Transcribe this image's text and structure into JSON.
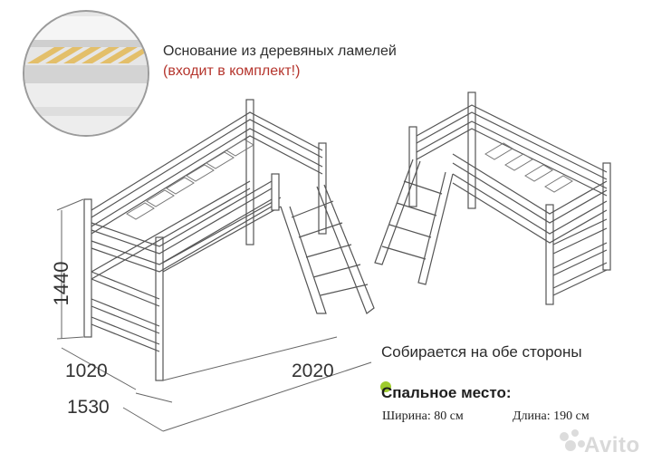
{
  "captions": {
    "lamellae": "Основание из деревяных ламелей",
    "included": "(входит в комплект!)",
    "both_sides": "Собирается на обе стороны",
    "sleeping_place": "Спальное место:",
    "width": "Ширина: 80 см",
    "length": "Длина: 190 см"
  },
  "dimensions": {
    "height": "1440",
    "width": "1020",
    "length": "2020",
    "total_length": "1530"
  },
  "watermark": "Avito",
  "colors": {
    "accent_text": "#b5352d",
    "bullet": "#9ecb2d",
    "lamella": "#e3bf6a"
  },
  "icons": {
    "bullet": "green-dot",
    "lamella_photo": "wooden-slats-thumbnail"
  }
}
